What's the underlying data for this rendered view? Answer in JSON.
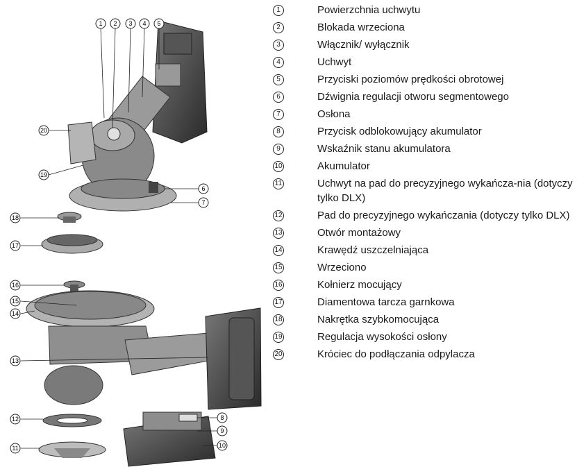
{
  "callouts": {
    "c1": "1",
    "c2": "2",
    "c3": "3",
    "c4": "4",
    "c5": "5",
    "c6": "6",
    "c7": "7",
    "c8": "8",
    "c9": "9",
    "c10": "10",
    "c11": "11",
    "c12": "12",
    "c13": "13",
    "c14": "14",
    "c15": "15",
    "c16": "16",
    "c17": "17",
    "c18": "18",
    "c19": "19",
    "c20": "20"
  },
  "legend": [
    {
      "num": "1",
      "text": "Powierzchnia uchwytu"
    },
    {
      "num": "2",
      "text": "Blokada wrzeciona"
    },
    {
      "num": "3",
      "text": "Włącznik/ wyłącznik"
    },
    {
      "num": "4",
      "text": "Uchwyt"
    },
    {
      "num": "5",
      "text": "Przyciski poziomów prędkości obrotowej"
    },
    {
      "num": "6",
      "text": "Dźwignia regulacji otworu segmentowego"
    },
    {
      "num": "7",
      "text": "Osłona"
    },
    {
      "num": "8",
      "text": "Przycisk odblokowujący akumulator"
    },
    {
      "num": "9",
      "text": "Wskaźnik stanu akumulatora"
    },
    {
      "num": "10",
      "text": "Akumulator"
    },
    {
      "num": "11",
      "text": "Uchwyt na pad do precyzyjnego wykańcza-nia (dotyczy tylko DLX)"
    },
    {
      "num": "12",
      "text": "Pad do precyzyjnego wykańczania (dotyczy tylko DLX)"
    },
    {
      "num": "13",
      "text": "Otwór montażowy"
    },
    {
      "num": "14",
      "text": "Krawędź uszczelniająca"
    },
    {
      "num": "15",
      "text": "Wrzeciono"
    },
    {
      "num": "16",
      "text": "Kołnierz mocujący"
    },
    {
      "num": "17",
      "text": "Diamentowa tarcza garnkowa"
    },
    {
      "num": "18",
      "text": "Nakrętka szybkomocująca"
    },
    {
      "num": "19",
      "text": "Regulacja wysokości osłony"
    },
    {
      "num": "20",
      "text": "Króciec do podłączania odpylacza"
    }
  ]
}
